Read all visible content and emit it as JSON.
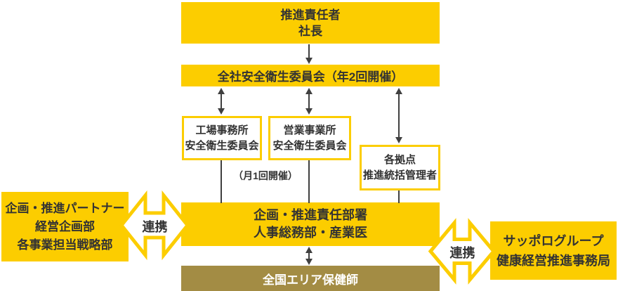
{
  "colors": {
    "brand_yellow": "#fccd00",
    "dark_gold": "#a38c44",
    "text_dark": "#333333",
    "connector_gray": "#404040",
    "box_white": "#ffffff"
  },
  "diagram": {
    "president_box": {
      "lines": [
        "推進責任者",
        "社長"
      ]
    },
    "committee_box": {
      "label": "全社安全衛生委員会（年2回開催）"
    },
    "factory_box": {
      "lines": [
        "工場事務所",
        "安全衛生委員会"
      ]
    },
    "sales_box": {
      "lines": [
        "営業事業所",
        "安全衛生委員会"
      ]
    },
    "sites_box": {
      "lines": [
        "各拠点",
        "推進統括管理者"
      ]
    },
    "monthly_note": "（月1回開催）",
    "planning_box": {
      "lines": [
        "企画・推進責任部署",
        "人事総務部・産業医"
      ]
    },
    "nurses_box": {
      "label": "全国エリア保健師"
    },
    "partner_box": {
      "lines": [
        "企画・推進パートナー",
        "経営企画部",
        "各事業担当戦略部"
      ]
    },
    "sapporo_box": {
      "lines": [
        "サッポログループ",
        "健康経営推進事務局"
      ]
    },
    "link_label_left": "連携",
    "link_label_right": "連携"
  }
}
